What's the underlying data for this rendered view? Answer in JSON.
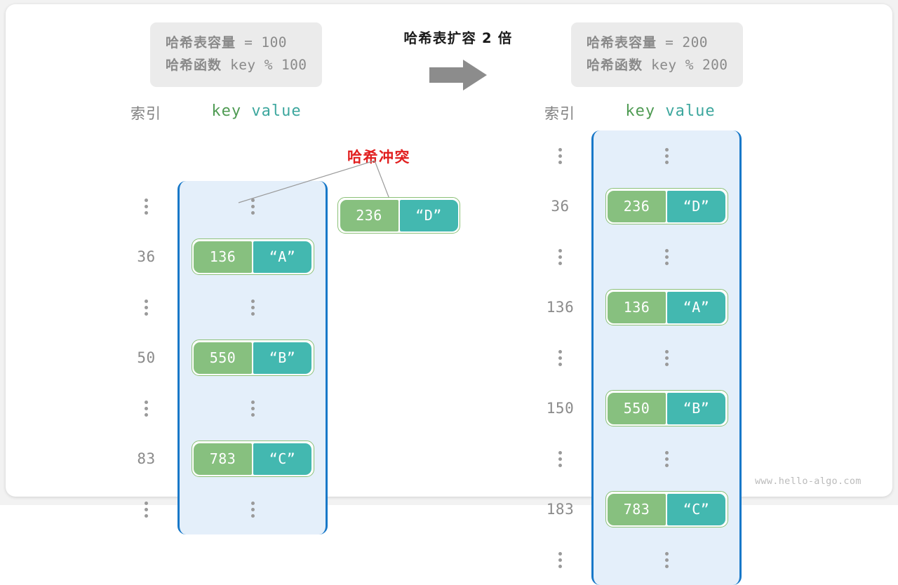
{
  "header": {
    "left_box": {
      "line1_label": "哈希表容量",
      "line1_value": " = 100",
      "line2_label": "哈希函数",
      "line2_value": " key % 100"
    },
    "right_box": {
      "line1_label": "哈希表容量",
      "line1_value": " = 200",
      "line2_label": "哈希函数",
      "line2_value": " key % 200"
    },
    "caption": "哈希表扩容 2 倍",
    "arrow_icon": "right-arrow-icon"
  },
  "columns": {
    "index_header": "索引",
    "key_header": "key",
    "value_header": "value"
  },
  "left_table": {
    "rows": [
      {
        "index": "⋮",
        "type": "ellipsis"
      },
      {
        "index": "36",
        "type": "entry",
        "key": "136",
        "value": "“A”"
      },
      {
        "index": "⋮",
        "type": "ellipsis"
      },
      {
        "index": "50",
        "type": "entry",
        "key": "550",
        "value": "“B”"
      },
      {
        "index": "⋮",
        "type": "ellipsis"
      },
      {
        "index": "83",
        "type": "entry",
        "key": "783",
        "value": "“C”"
      },
      {
        "index": "⋮",
        "type": "ellipsis"
      }
    ]
  },
  "right_table": {
    "rows": [
      {
        "index": "⋮",
        "type": "ellipsis"
      },
      {
        "index": "36",
        "type": "entry",
        "key": "236",
        "value": "“D”"
      },
      {
        "index": "⋮",
        "type": "ellipsis"
      },
      {
        "index": "136",
        "type": "entry",
        "key": "136",
        "value": "“A”"
      },
      {
        "index": "⋮",
        "type": "ellipsis"
      },
      {
        "index": "150",
        "type": "entry",
        "key": "550",
        "value": "“B”"
      },
      {
        "index": "⋮",
        "type": "ellipsis"
      },
      {
        "index": "183",
        "type": "entry",
        "key": "783",
        "value": "“C”"
      },
      {
        "index": "⋮",
        "type": "ellipsis"
      }
    ]
  },
  "collision": {
    "label": "哈希冲突",
    "key": "236",
    "value": "“D”"
  },
  "watermark": "www.hello-algo.com",
  "colors": {
    "key_box": "#87c07f",
    "value_box": "#43b8b0",
    "bucket_border": "#1878c8",
    "bucket_fill": "#e4effa",
    "collision_red": "#e11f1f",
    "info_box_bg": "#ebebeb",
    "arrow_gray": "#8c8c8c"
  }
}
